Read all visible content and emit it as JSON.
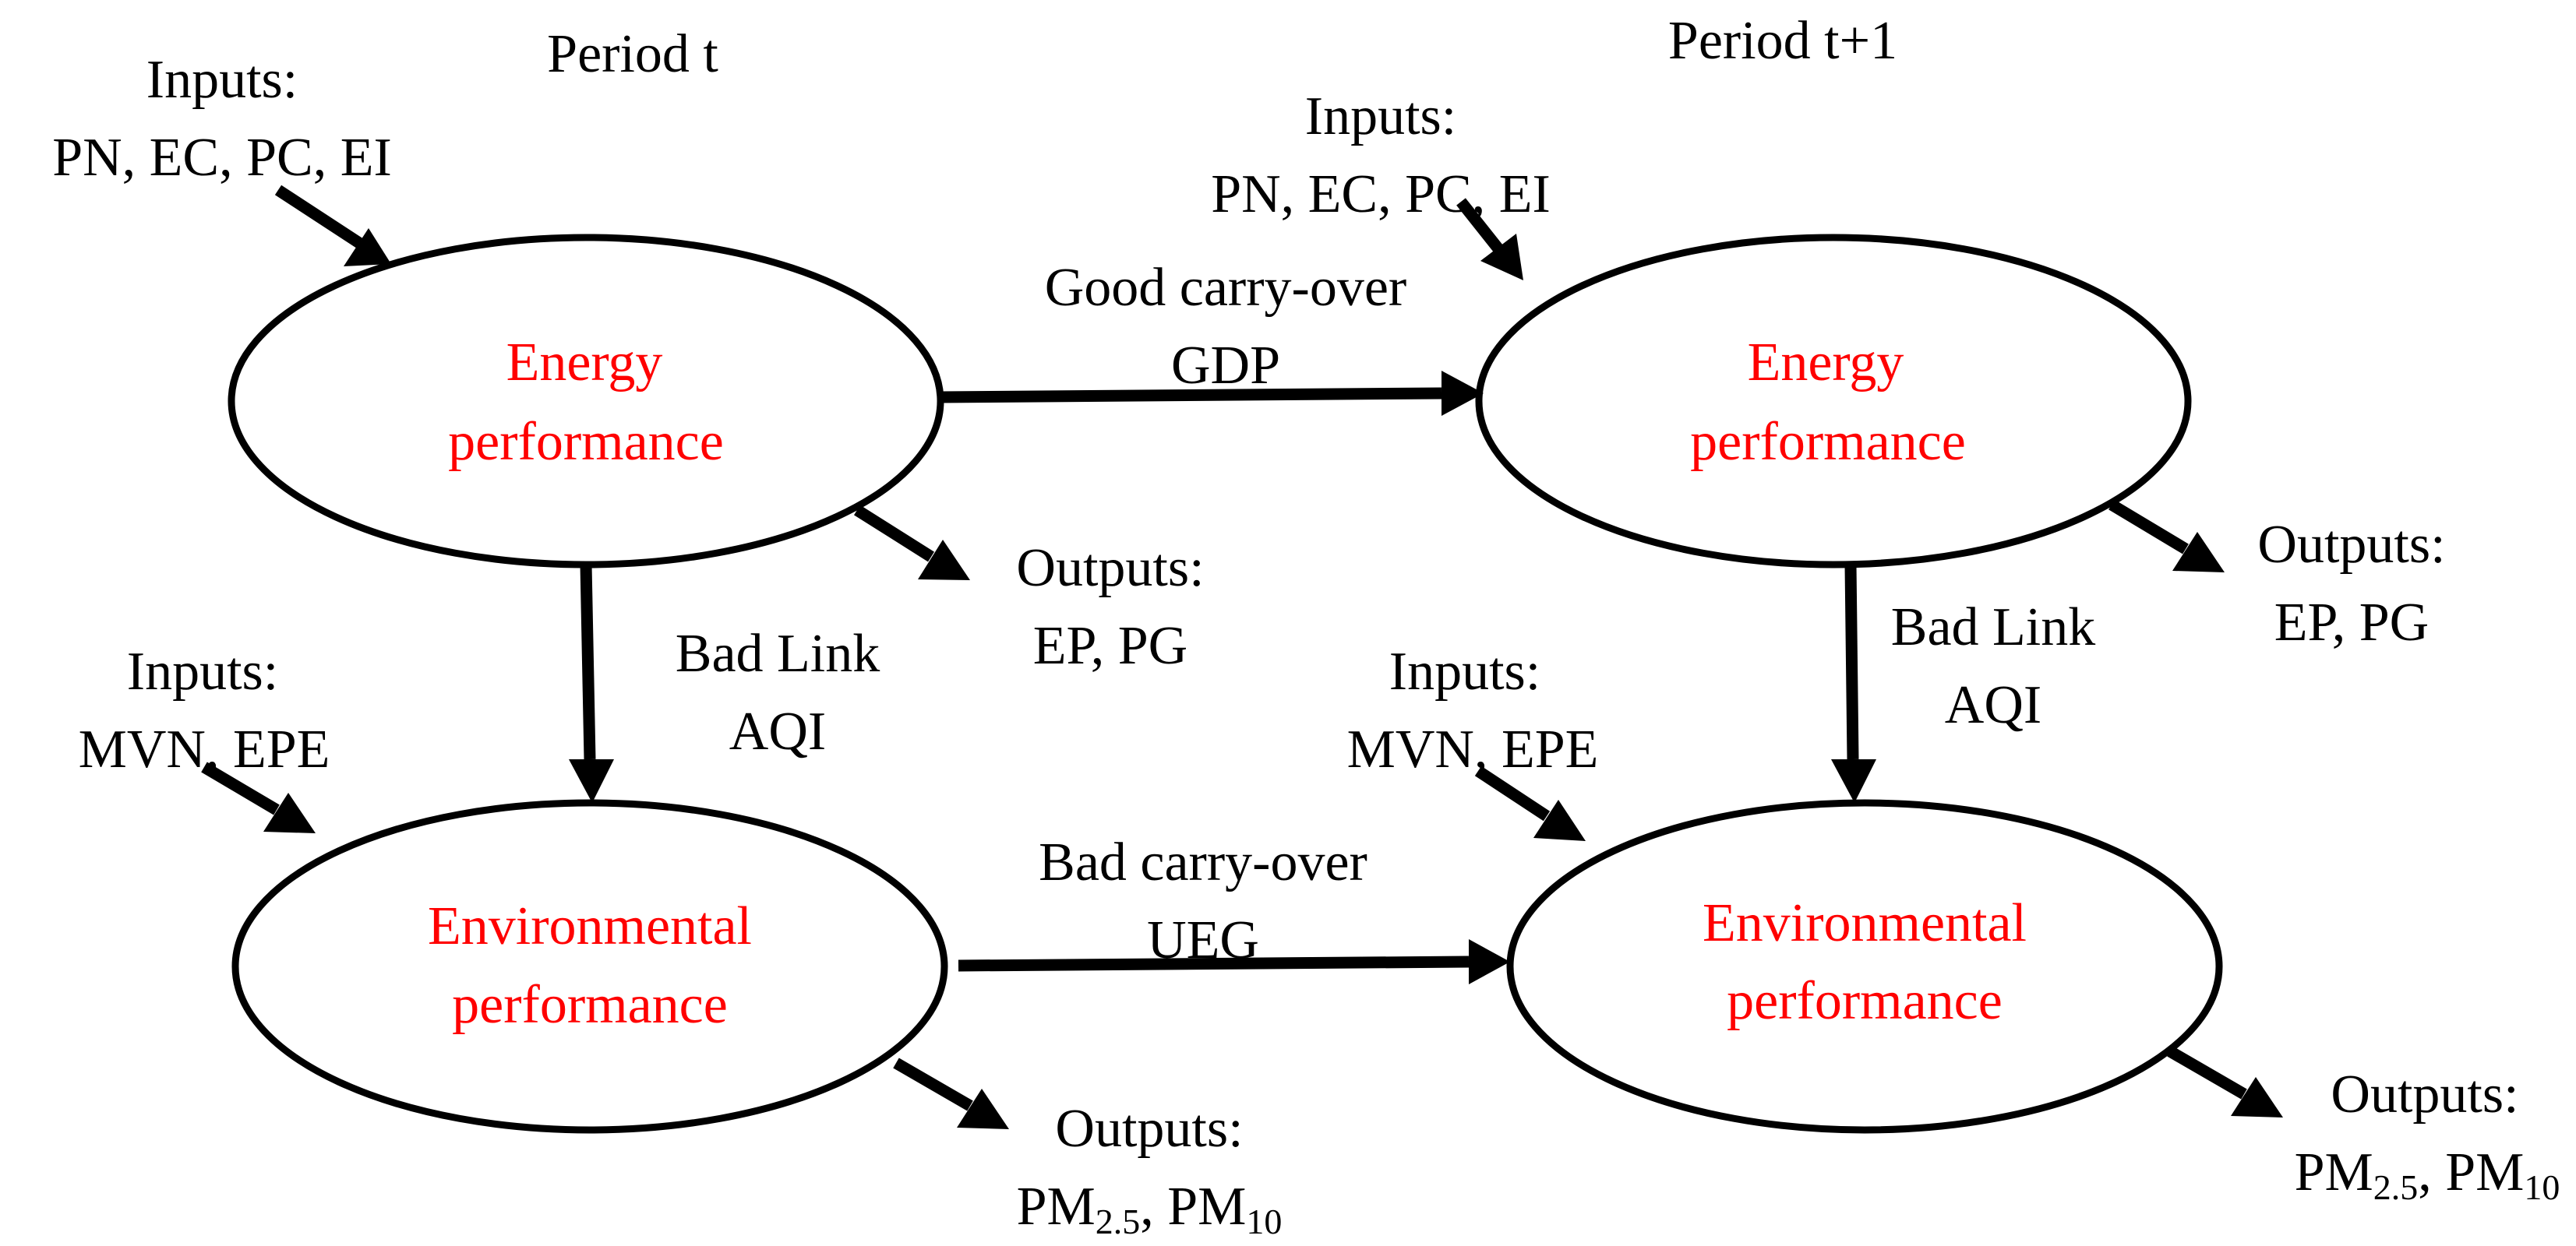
{
  "periods": {
    "t": "Period t",
    "t1": "Period t+1"
  },
  "nodes": {
    "energy_t": {
      "line1": "Energy",
      "line2": "performance"
    },
    "energy_t1": {
      "line1": "Energy",
      "line2": "performance"
    },
    "env_t": {
      "line1": "Environmental",
      "line2": "performance"
    },
    "env_t1": {
      "line1": "Environmental",
      "line2": "performance"
    }
  },
  "labels": {
    "energy_inputs_t": {
      "line1": "Inputs:",
      "line2": "PN, EC, PC, EI"
    },
    "energy_inputs_t1": {
      "line1": "Inputs:",
      "line2": "PN, EC, PC, EI"
    },
    "energy_outputs_t": {
      "line1": "Outputs:",
      "line2": "EP, PG"
    },
    "energy_outputs_t1": {
      "line1": "Outputs:",
      "line2": "EP, PG"
    },
    "env_inputs_t": {
      "line1": "Inputs:",
      "line2": "MVN, EPE"
    },
    "env_inputs_t1": {
      "line1": "Inputs:",
      "line2": "MVN, EPE"
    },
    "env_outputs_t": {
      "line1": "Outputs:",
      "pm25": "PM",
      "pm25_sub": "2.5",
      "sep": ", ",
      "pm10": "PM",
      "pm10_sub": "10"
    },
    "env_outputs_t1": {
      "line1": "Outputs:",
      "pm25": "PM",
      "pm25_sub": "2.5",
      "sep": ", ",
      "pm10": "PM",
      "pm10_sub": "10"
    },
    "good_carryover": {
      "line1": "Good carry-over",
      "line2": "GDP"
    },
    "bad_carryover": {
      "line1": "Bad carry-over",
      "line2": "UEG"
    },
    "bad_link_t": {
      "line1": "Bad Link",
      "line2": "AQI"
    },
    "bad_link_t1": {
      "line1": "Bad Link",
      "line2": "AQI"
    }
  },
  "colors": {
    "node_text": "#ff0000",
    "line": "#000000"
  }
}
